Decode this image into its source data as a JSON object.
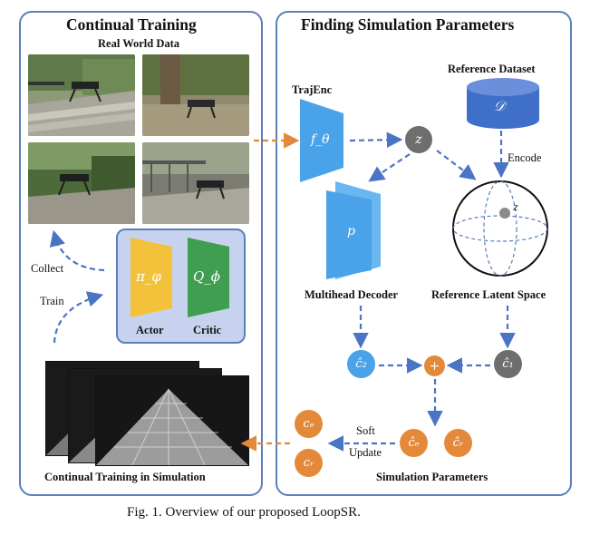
{
  "left_panel": {
    "title": "Continual Training",
    "real_world_label": "Real World Data",
    "collect_label": "Collect",
    "train_label": "Train",
    "actor_symbol": "π_φ",
    "actor_label": "Actor",
    "critic_symbol": "Q_ϕ",
    "critic_label": "Critic",
    "sim_label": "Continual Training in Simulation"
  },
  "right_panel": {
    "title": "Finding Simulation Parameters",
    "trajenc_label": "TrajEnc",
    "encoder_symbol": "f_θ",
    "z_symbol": "z",
    "reference_dataset_label": "Reference Dataset",
    "dataset_symbol": "𝒟",
    "encode_label": "Encode",
    "decoder_symbol": "p",
    "decoder_label": "Multihead Decoder",
    "latent_space_label": "Reference Latent Space",
    "sphere_z_symbol": "z",
    "c2_symbol": "ĉ₂",
    "plus_symbol": "+",
    "c1_symbol": "ĉ₁",
    "ce_hat_symbol": "ĉₑ",
    "cr_hat_symbol": "ĉᵣ",
    "ce_symbol": "cₑ",
    "cr_symbol": "cᵣ",
    "soft_label": "Soft",
    "update_label": "Update",
    "sim_params_label": "Simulation Parameters"
  },
  "caption": {
    "text": "Fig. 1.   Overview of our proposed LoopSR."
  },
  "colors": {
    "panel_border": "#5b7fb8",
    "orange": "#e4893a",
    "blue": "#4aa3e8",
    "gray": "#6e6e6e",
    "actor_yellow": "#f4c23a",
    "critic_green": "#3f9e4f",
    "policy_box": "#c7d3ee",
    "dataset_blue": "#3f6fc9"
  }
}
